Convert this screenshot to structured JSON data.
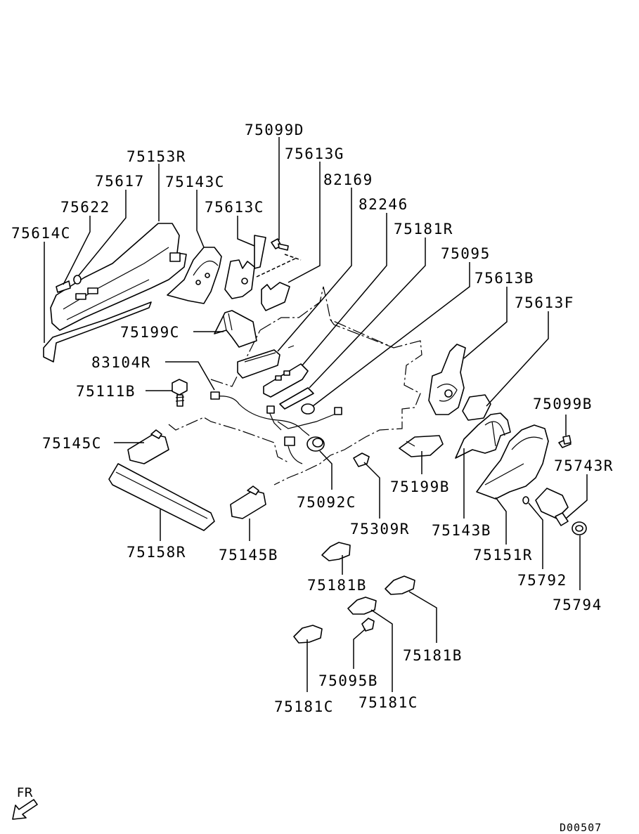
{
  "labels": {
    "p75099D": "75099D",
    "p75613G": "75613G",
    "p75153R": "75153R",
    "p82169": "82169",
    "p75617": "75617",
    "p75143C": "75143C",
    "p82246": "82246",
    "p75622": "75622",
    "p75613C": "75613C",
    "p75181R": "75181R",
    "p75614C": "75614C",
    "p75095": "75095",
    "p75613B": "75613B",
    "p75613F": "75613F",
    "p75199C": "75199C",
    "p83104R": "83104R",
    "p75111B": "75111B",
    "p75099B": "75099B",
    "p75145C": "75145C",
    "p75743R": "75743R",
    "p75199B": "75199B",
    "p75092C": "75092C",
    "p75143B": "75143B",
    "p75309R": "75309R",
    "p75158R": "75158R",
    "p75145B": "75145B",
    "p75151R": "75151R",
    "p75792": "75792",
    "p75181B_1": "75181B",
    "p75794": "75794",
    "p75181B_2": "75181B",
    "p75095B": "75095B",
    "p75181C_1": "75181C",
    "p75181C_2": "75181C"
  },
  "direction_indicator": "FR",
  "figure_code": "D00507"
}
